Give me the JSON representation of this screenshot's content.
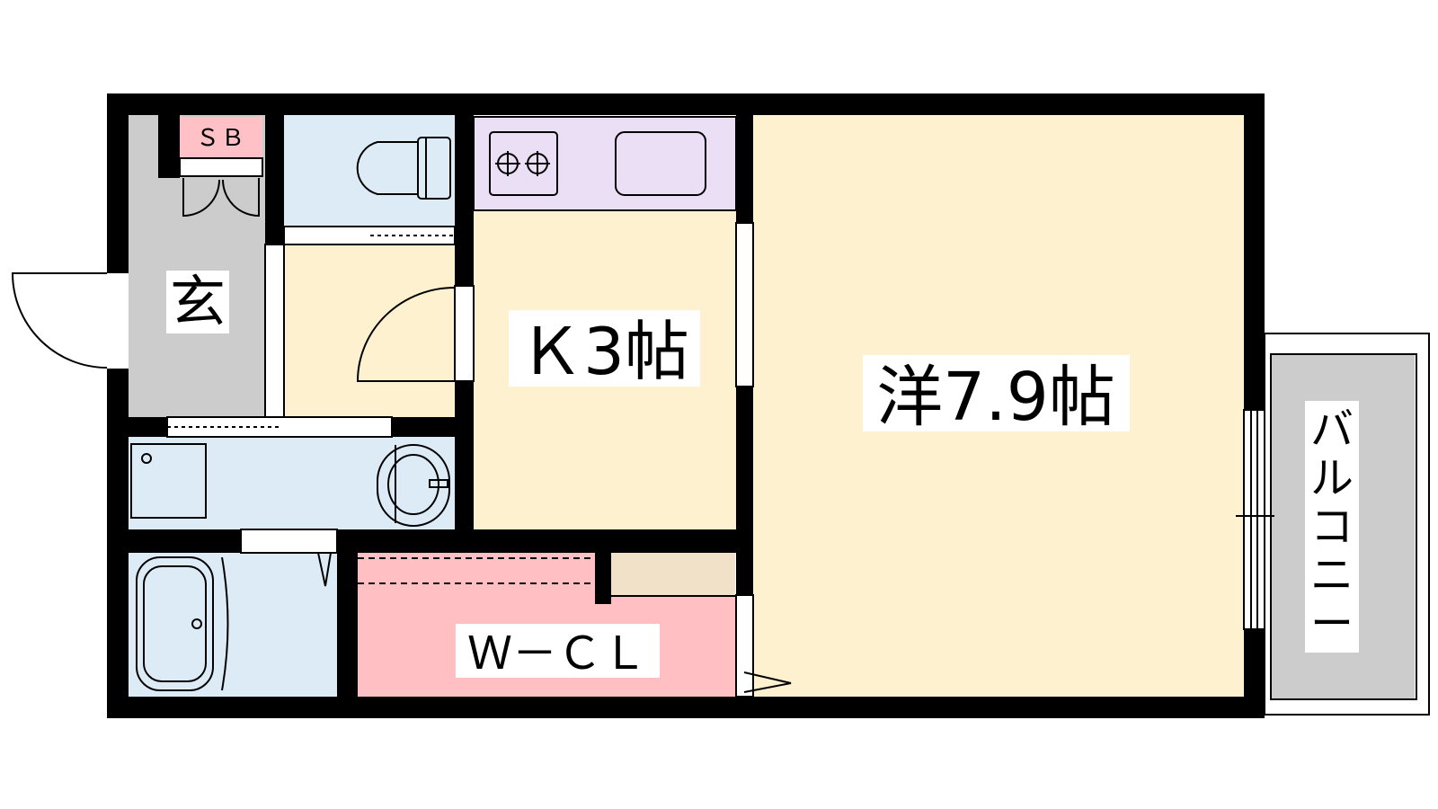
{
  "plan": {
    "labels": {
      "genkan": "玄",
      "kitchen": "Ｋ3帖",
      "western_room": "洋7.9帖",
      "walk_in_closet": "Ｗ－ＣＬ",
      "shoe_box": "ＳＢ",
      "balcony": "バルコニー"
    },
    "balcony_chars": [
      "バ",
      "ル",
      "コ",
      "ニ",
      "ー"
    ]
  },
  "colors": {
    "wall": "#000000",
    "floor_beige": "#fdf1cf",
    "genkan_gray": "#cccccc",
    "wet_area_blue": "#ddebf7",
    "kitchen_counter_lavender": "#eadff4",
    "closet_pink": "#ffbfc3",
    "shoe_box_pink": "#ffc1c6",
    "shelf_tan": "#f0e1c8",
    "balcony_gray": "#cccccc"
  }
}
